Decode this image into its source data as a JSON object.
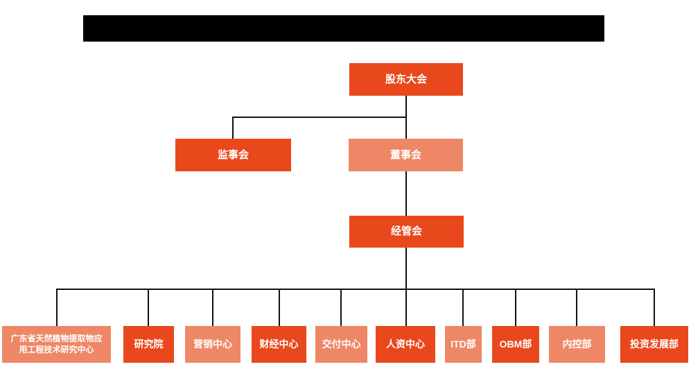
{
  "palette": {
    "box_primary": "#E8481C",
    "box_secondary": "#EE8765",
    "box_text": "#FFFFFF",
    "connector_line": "#111111",
    "redacted_bar": "#000000",
    "background": "#FFFFFF"
  },
  "chart": {
    "type": "org-chart",
    "title_state": "redacted",
    "levels": {
      "level1": [
        {
          "label": "股东大会",
          "variant": "primary"
        }
      ],
      "level2": [
        {
          "label": "监事会",
          "variant": "primary"
        },
        {
          "label": "董事会",
          "variant": "secondary"
        }
      ],
      "level3": [
        {
          "label": "经管会",
          "variant": "primary"
        }
      ],
      "level4": [
        {
          "label": "广东省天然植物提取物应用工程技术研究中心",
          "variant": "secondary"
        },
        {
          "label": "研究院",
          "variant": "primary"
        },
        {
          "label": "营销中心",
          "variant": "secondary"
        },
        {
          "label": "财经中心",
          "variant": "primary"
        },
        {
          "label": "交付中心",
          "variant": "secondary"
        },
        {
          "label": "人资中心",
          "variant": "primary"
        },
        {
          "label": "ITD部",
          "variant": "secondary"
        },
        {
          "label": "OBM部",
          "variant": "primary"
        },
        {
          "label": "内控部",
          "variant": "secondary"
        },
        {
          "label": "投资发展部",
          "variant": "primary"
        }
      ]
    }
  }
}
